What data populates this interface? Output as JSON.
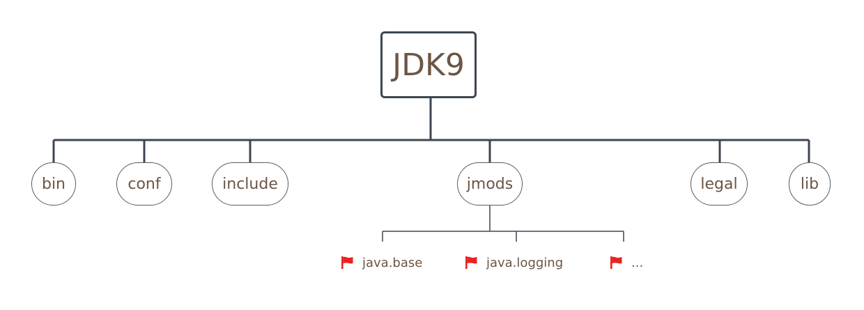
{
  "diagram": {
    "root": {
      "label": "JDK9"
    },
    "children": [
      {
        "id": "bin",
        "label": "bin"
      },
      {
        "id": "conf",
        "label": "conf"
      },
      {
        "id": "include",
        "label": "include"
      },
      {
        "id": "jmods",
        "label": "jmods"
      },
      {
        "id": "legal",
        "label": "legal"
      },
      {
        "id": "lib",
        "label": "lib"
      }
    ],
    "jmods_children": [
      {
        "label": "java.base",
        "icon": "red-flag-icon"
      },
      {
        "label": "java.logging",
        "icon": "red-flag-icon"
      },
      {
        "label": "...",
        "icon": "red-flag-icon"
      }
    ]
  },
  "colors": {
    "line": "#3d4650",
    "text": "#6b5544",
    "flag": "#e8231f"
  }
}
